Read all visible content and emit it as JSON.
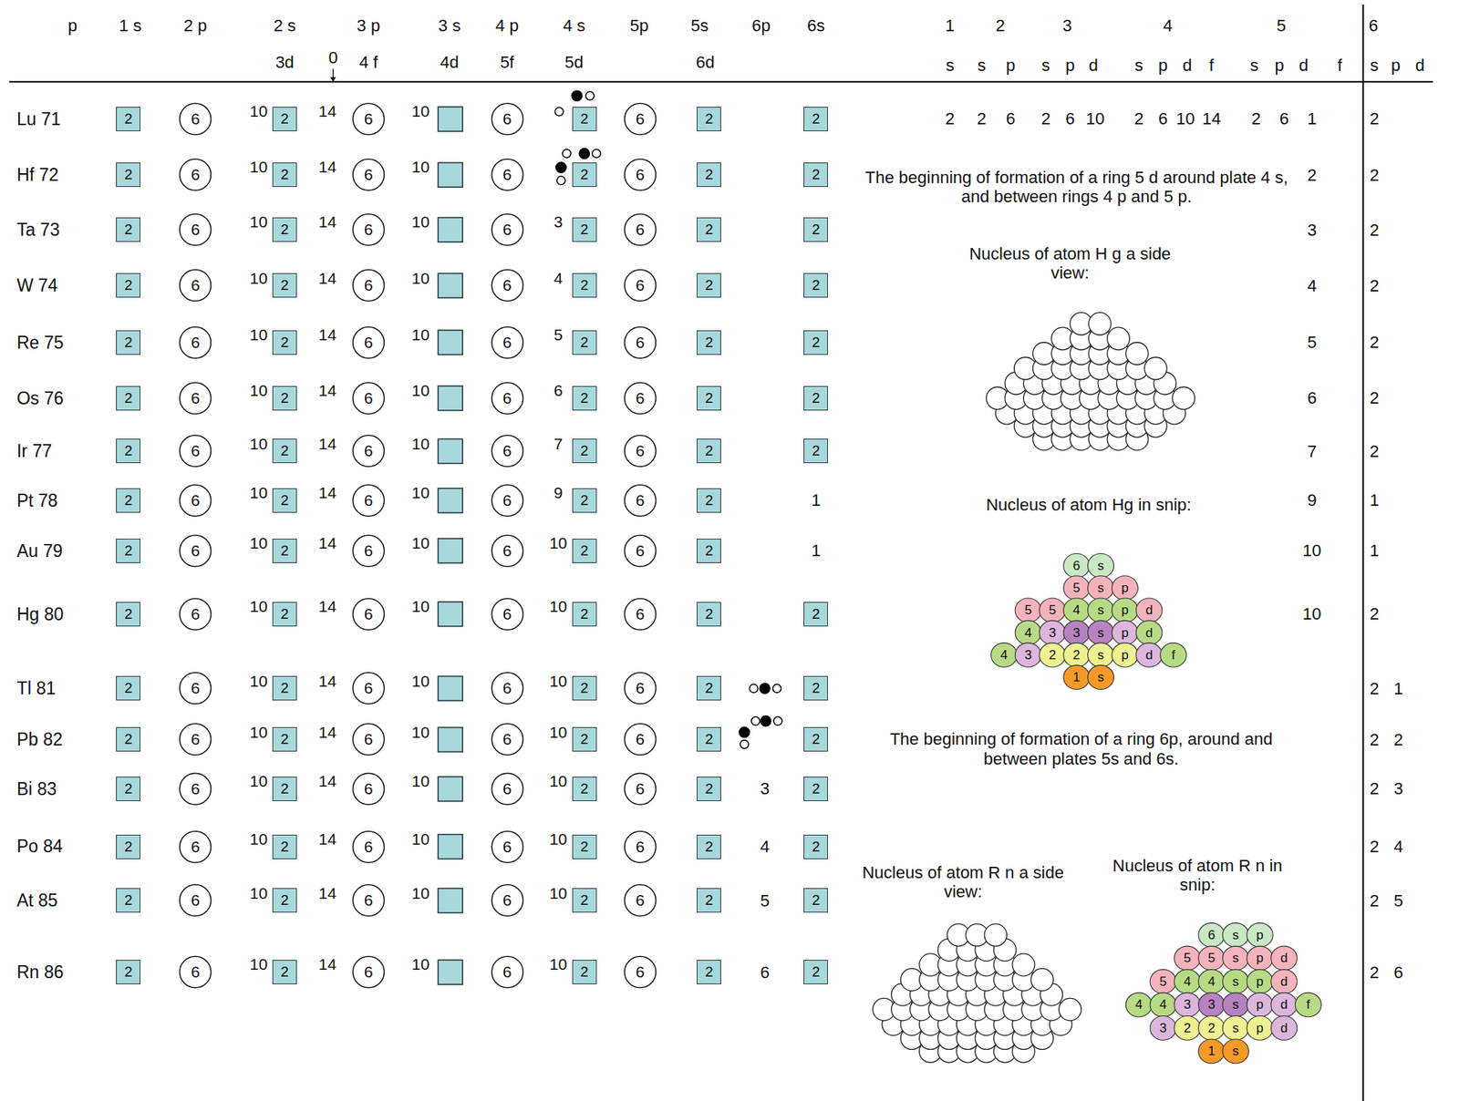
{
  "diagram": {
    "nodes": [
      {
        "text": [
          "2"
        ]
      },
      {
        "text": [
          "6"
        ]
      },
      {
        "text": [
          "2"
        ]
      },
      {
        "text": [
          "6"
        ]
      },
      {
        "text": [
          "6"
        ]
      },
      {
        "text": [
          "2"
        ]
      },
      {
        "text": [
          "6"
        ]
      },
      {
        "text": [
          "2"
        ]
      },
      {
        "text": [
          "2"
        ]
      },
      {
        "text": [
          "2"
        ]
      },
      {
        "text": [
          "6"
        ]
      },
      {
        "text": [
          "2"
        ]
      },
      {
        "text": [
          "6"
        ]
      },
      {
        "text": [
          "6"
        ]
      },
      {
        "text": [
          "2"
        ]
      },
      {
        "text": [
          "6"
        ]
      },
      {
        "text": [
          "2"
        ]
      },
      {
        "text": [
          "2"
        ]
      },
      {
        "text": [
          "2"
        ]
      },
      {
        "text": [
          "6"
        ]
      },
      {
        "text": [
          "2"
        ]
      },
      {
        "text": [
          "6"
        ]
      },
      {
        "text": [
          "6"
        ]
      },
      {
        "text": [
          "2"
        ]
      },
      {
        "text": [
          "6"
        ]
      },
      {
        "text": [
          "2"
        ]
      },
      {
        "text": [
          "2"
        ]
      },
      {
        "text": [
          "2"
        ]
      },
      {
        "text": [
          "6"
        ]
      },
      {
        "text": [
          "2"
        ]
      },
      {
        "text": [
          "6"
        ]
      },
      {
        "text": [
          "6"
        ]
      },
      {
        "text": [
          "2"
        ]
      },
      {
        "text": [
          "6"
        ]
      },
      {
        "text": [
          "2"
        ]
      },
      {
        "text": [
          "2"
        ]
      },
      {
        "text": [
          "2"
        ]
      },
      {
        "text": [
          "6"
        ]
      },
      {
        "text": [
          "2"
        ]
      },
      {
        "text": [
          "6"
        ]
      },
      {
        "text": [
          "6"
        ]
      },
      {
        "text": [
          "2"
        ]
      },
      {
        "text": [
          "6"
        ]
      },
      {
        "text": [
          "2"
        ]
      },
      {
        "text": [
          "2"
        ]
      },
      {
        "text": [
          "2"
        ]
      },
      {
        "text": [
          "6"
        ]
      },
      {
        "text": [
          "2"
        ]
      },
      {
        "text": [
          "6"
        ]
      },
      {
        "text": [
          "6"
        ]
      },
      {
        "text": [
          "2"
        ]
      },
      {
        "text": [
          "6"
        ]
      },
      {
        "text": [
          "2"
        ]
      },
      {
        "text": [
          "2"
        ]
      },
      {
        "text": [
          "2"
        ]
      },
      {
        "text": [
          "6"
        ]
      },
      {
        "text": [
          "2"
        ]
      },
      {
        "text": [
          "6"
        ]
      },
      {
        "text": [
          "6"
        ]
      },
      {
        "text": [
          "2"
        ]
      },
      {
        "text": [
          "6"
        ]
      },
      {
        "text": [
          "2"
        ]
      },
      {
        "text": [
          "2"
        ]
      },
      {
        "text": [
          "2"
        ]
      },
      {
        "text": [
          "6"
        ]
      },
      {
        "text": [
          "2"
        ]
      },
      {
        "text": [
          "6"
        ]
      },
      {
        "text": [
          "6"
        ]
      },
      {
        "text": [
          "2"
        ]
      },
      {
        "text": [
          "6"
        ]
      },
      {
        "text": [
          "2"
        ]
      },
      {
        "text": [
          "2"
        ]
      },
      {
        "text": [
          "6"
        ]
      },
      {
        "text": [
          "2"
        ]
      },
      {
        "text": [
          "6"
        ]
      },
      {
        "text": [
          "6"
        ]
      },
      {
        "text": [
          "2"
        ]
      },
      {
        "text": [
          "6"
        ]
      },
      {
        "text": [
          "2"
        ]
      },
      {
        "text": [
          "2"
        ]
      },
      {
        "text": [
          "6"
        ]
      },
      {
        "text": [
          "2"
        ]
      },
      {
        "text": [
          "6"
        ]
      },
      {
        "text": [
          "6"
        ]
      },
      {
        "text": [
          "2"
        ]
      },
      {
        "text": [
          "6"
        ]
      },
      {
        "text": [
          "2"
        ]
      },
      {
        "text": [
          "2"
        ]
      },
      {
        "text": [
          "2"
        ]
      },
      {
        "text": [
          "6"
        ]
      },
      {
        "text": [
          "2"
        ]
      },
      {
        "text": [
          "6"
        ]
      },
      {
        "text": [
          "6"
        ]
      },
      {
        "text": [
          "2"
        ]
      },
      {
        "text": [
          "6"
        ]
      },
      {
        "text": [
          "2"
        ]
      },
      {
        "text": [
          "2"
        ]
      },
      {
        "text": [
          "2"
        ]
      },
      {
        "text": [
          "6"
        ]
      },
      {
        "text": [
          "2"
        ]
      },
      {
        "text": [
          "6"
        ]
      },
      {
        "text": [
          "6"
        ]
      },
      {
        "text": [
          "2"
        ]
      },
      {
        "text": [
          "6"
        ]
      },
      {
        "text": [
          "2"
        ]
      },
      {
        "text": [
          "2"
        ]
      },
      {
        "text": [
          "2"
        ]
      },
      {
        "text": [
          "6"
        ]
      },
      {
        "text": [
          "2"
        ]
      },
      {
        "text": [
          "6"
        ]
      },
      {
        "text": [
          "6"
        ]
      },
      {
        "text": [
          "2"
        ]
      },
      {
        "text": [
          "6"
        ]
      },
      {
        "text": [
          "2"
        ]
      },
      {
        "text": [
          "2"
        ]
      },
      {
        "text": [
          "2"
        ]
      },
      {
        "text": [
          "6"
        ]
      },
      {
        "text": [
          "2"
        ]
      },
      {
        "text": [
          "6"
        ]
      },
      {
        "text": [
          "6"
        ]
      },
      {
        "text": [
          "2"
        ]
      },
      {
        "text": [
          "6"
        ]
      },
      {
        "text": [
          "2"
        ]
      },
      {
        "text": [
          "2"
        ]
      },
      {
        "text": [
          "2"
        ]
      },
      {
        "text": [
          "6"
        ]
      },
      {
        "text": [
          "2"
        ]
      },
      {
        "text": [
          "6"
        ]
      },
      {
        "text": [
          "6"
        ]
      },
      {
        "text": [
          "2"
        ]
      },
      {
        "text": [
          "6"
        ]
      },
      {
        "text": [
          "2"
        ]
      },
      {
        "text": [
          "2"
        ]
      },
      {
        "text": [
          "2"
        ]
      },
      {
        "text": [
          "6"
        ]
      },
      {
        "text": [
          "2"
        ]
      },
      {
        "text": [
          "6"
        ]
      },
      {
        "text": [
          "6"
        ]
      },
      {
        "text": [
          "2"
        ]
      },
      {
        "text": [
          "6"
        ]
      },
      {
        "text": [
          "2"
        ]
      },
      {
        "text": [
          "2"
        ]
      }
    ],
    "labels": [
      "p",
      "1 s",
      "2 p",
      "2 s",
      "3 p",
      "3 s",
      "4 p",
      "4 s",
      "5p",
      "5s",
      "6p",
      "6s",
      "3d",
      "0",
      "4 f",
      "4d",
      "5f",
      "5d",
      "6d",
      "1",
      "2",
      "3",
      "4",
      "5",
      "6",
      "s",
      "s",
      "p",
      "s",
      "p",
      "d",
      "s",
      "p",
      "d",
      "f",
      "s",
      "p",
      "d",
      "f",
      "s",
      "p",
      "d",
      "Lu 71",
      "10",
      "14",
      "10",
      "2",
      "2",
      "6",
      "2",
      "6",
      "10",
      "2",
      "6",
      "10",
      "14",
      "2",
      "6",
      "1",
      "2",
      "Hf 72",
      "10",
      "14",
      "10",
      "2",
      "2",
      "Ta 73",
      "10",
      "14",
      "10",
      "3",
      "3",
      "2",
      "W 74",
      "10",
      "14",
      "10",
      "4",
      "4",
      "2",
      "Re 75",
      "10",
      "14",
      "10",
      "5",
      "5",
      "2",
      "Os 76",
      "10",
      "14",
      "10",
      "6",
      "6",
      "2",
      "Ir 77",
      "10",
      "14",
      "10",
      "7",
      "7",
      "2",
      "Pt 78",
      "10",
      "14",
      "10",
      "9",
      "1",
      "9",
      "1",
      "Au 79",
      "10",
      "14",
      "10",
      "10",
      "1",
      "10",
      "1",
      "Hg 80",
      "10",
      "14",
      "10",
      "10",
      "10",
      "2",
      "Tl 81",
      "10",
      "14",
      "10",
      "10",
      "2",
      "1",
      "Pb 82",
      "10",
      "14",
      "10",
      "10",
      "2",
      "2",
      "Bi 83",
      "10",
      "14",
      "10",
      "10",
      "3",
      "2",
      "3",
      "Po 84",
      "10",
      "14",
      "10",
      "10",
      "4",
      "2",
      "4",
      "At 85",
      "10",
      "14",
      "10",
      "10",
      "5",
      "2",
      "5",
      "Rn 86",
      "10",
      "14",
      "10",
      "10",
      "6",
      "2",
      "6",
      "The beginning of formation of a ring 5 d around plate 4 s, and between rings 4 p and 5 p.",
      "Nucleus of atom H g a side view:",
      "Nucleus of atom Hg in snip:",
      "The beginning of formation of a ring 6p, around and between plates 5s and 6s.",
      "Nucleus of atom R n a side view:",
      "Nucleus of atom R n in snip:",
      "6",
      "s",
      "5",
      "s",
      "p",
      "5",
      "5",
      "4",
      "s",
      "p",
      "d",
      "4",
      "3",
      "3",
      "s",
      "p",
      "d",
      "4",
      "3",
      "2",
      "2",
      "s",
      "p",
      "d",
      "f",
      "1",
      "s",
      "6",
      "s",
      "p",
      "5",
      "5",
      "s",
      "p",
      "d",
      "5",
      "4",
      "4",
      "s",
      "p",
      "d",
      "4",
      "4",
      "3",
      "3",
      "s",
      "p",
      "d",
      "f",
      "3",
      "2",
      "2",
      "s",
      "p",
      "d",
      "1",
      "s"
    ]
  }
}
